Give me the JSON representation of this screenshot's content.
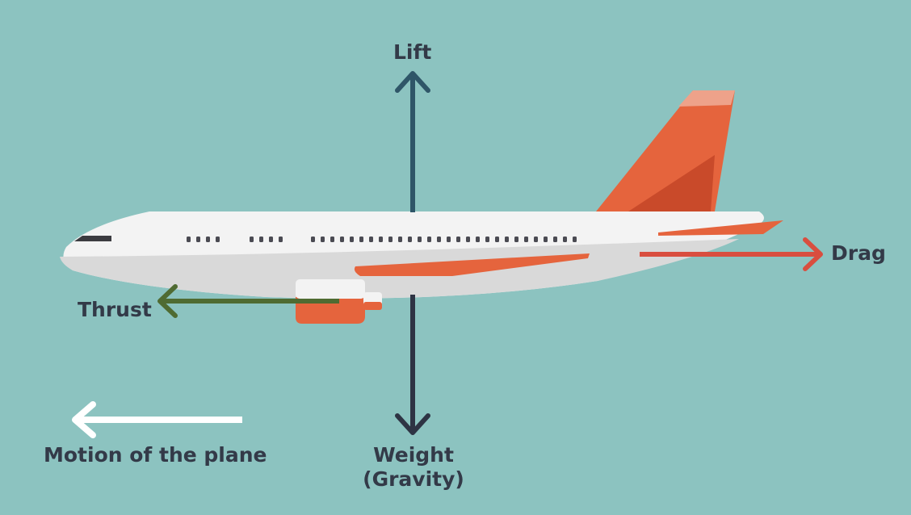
{
  "labels": {
    "lift": "Lift",
    "drag": "Drag",
    "thrust": "Thrust",
    "weight": "Weight",
    "gravity": "(Gravity)",
    "motion": "Motion of the plane"
  },
  "colors": {
    "background": "#8cc3c0",
    "fuselage": "#f3f3f3",
    "fuselage_shade": "#d9d9d9",
    "accent_orange": "#e5643d",
    "tail_dark": "#c94a2a",
    "lift_arrow": "#2f5668",
    "weight_arrow": "#2e3444",
    "thrust_arrow": "#4f6b32",
    "drag_arrow": "#d94e3f",
    "motion_arrow": "#ffffff",
    "label_text": "#333a48"
  },
  "icons": {
    "plane": "airplane-side-view-icon",
    "arrow": "arrow-icon"
  }
}
